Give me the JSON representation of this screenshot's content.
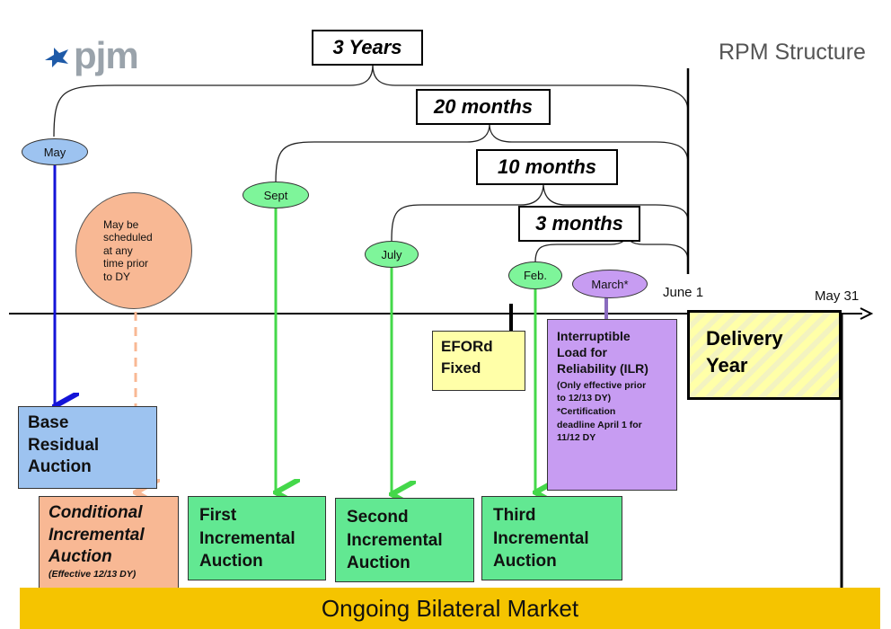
{
  "header": {
    "logo_text": "pjm",
    "title": "RPM Structure"
  },
  "durations": {
    "three_years": "3 Years",
    "twenty_months": "20 months",
    "ten_months": "10 months",
    "three_months": "3 months"
  },
  "milestones": {
    "may": "May",
    "sept": "Sept",
    "july": "July",
    "feb": "Feb.",
    "march": "March*"
  },
  "conditional_note": [
    "May be",
    "scheduled",
    "at any",
    "time prior",
    "to DY"
  ],
  "timeline": {
    "start_label": "June 1",
    "end_label": "May 31"
  },
  "efor": [
    "EFORd",
    "Fixed"
  ],
  "delivery_year": [
    "Delivery",
    "Year"
  ],
  "ilr": {
    "title_lines": [
      "Interruptible",
      "Load for",
      "Reliability (ILR)"
    ],
    "note_lines": [
      "(Only effective prior",
      "to 12/13 DY)",
      "*Certification",
      "deadline April 1 for",
      "11/12 DY"
    ]
  },
  "auctions": {
    "base": [
      "Base",
      "Residual",
      "Auction"
    ],
    "conditional": [
      "Conditional",
      "Incremental",
      "Auction"
    ],
    "conditional_note": "(Effective 12/13 DY)",
    "first": [
      "First",
      "Incremental",
      "Auction"
    ],
    "second": [
      "Second",
      "Incremental",
      "Auction"
    ],
    "third": [
      "Third",
      "Incremental",
      "Auction"
    ]
  },
  "bottom_bar": "Ongoing Bilateral Market",
  "colors": {
    "blue": "#9dc3f0",
    "green": "#62e892",
    "orange": "#f8b894",
    "purple": "#c79cf2",
    "yellow": "#ffffa8",
    "bar": "#f5c400",
    "arrow_blue": "#1414d8",
    "arrow_green": "#44d84a"
  }
}
